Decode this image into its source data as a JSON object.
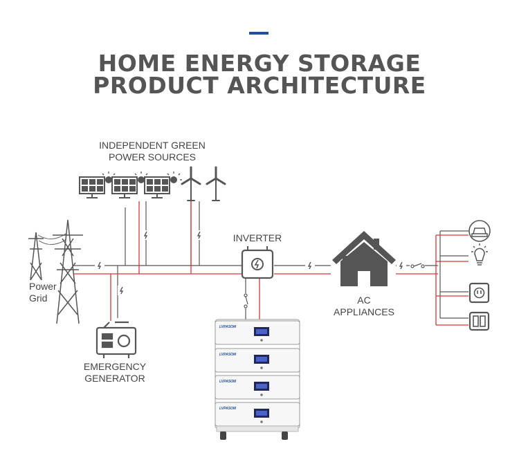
{
  "title": {
    "line1": "HOME ENERGY STORAGE",
    "line2": "PRODUCT ARCHITECTURE"
  },
  "labels": {
    "green_line1": "INDEPENDENT GREEN",
    "green_line2": "POWER SOURCES",
    "inverter": "INVERTER",
    "power": "Power",
    "grid": "Grid",
    "generator_line1": "EMERGENCY",
    "generator_line2": "GENERATOR",
    "ac_line1": "AC",
    "ac_line2": "APPLIANCES",
    "battery_brand": "LVPASOM"
  },
  "colors": {
    "accent": "#1f4e9c",
    "ac_line": "#d8343a",
    "dc_line": "#555555",
    "icon": "#555555"
  },
  "icons": [
    "solar-panel-icon",
    "wind-turbine-icon",
    "power-tower-icon",
    "inverter-icon",
    "house-icon",
    "generator-icon",
    "battery-stack-icon",
    "car-icon",
    "light-bulb-icon",
    "outlet-icon",
    "switch-icon"
  ]
}
